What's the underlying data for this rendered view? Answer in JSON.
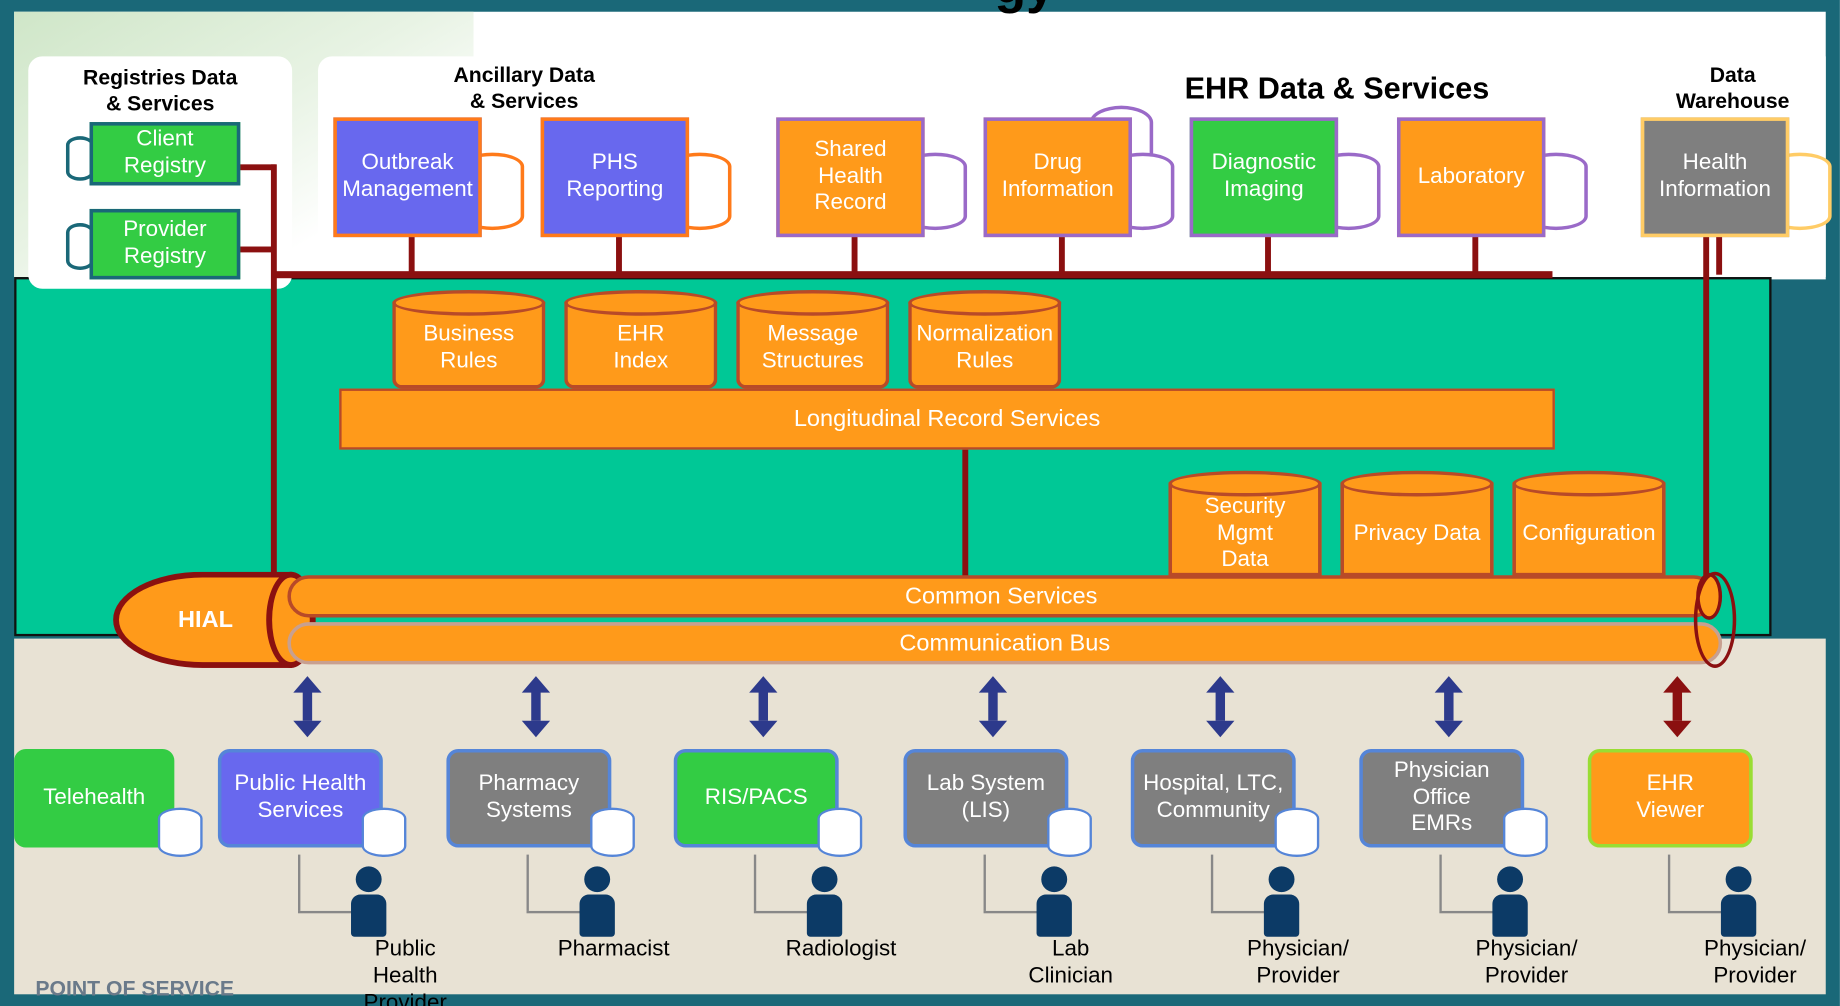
{
  "title_fragment": "gy",
  "panels": {
    "registries_title": "Registries Data\n& Services",
    "ancillary_title": "Ancillary Data\n& Services",
    "ehr_title": "EHR Data & Services",
    "warehouse_title": "Data\nWarehouse"
  },
  "registries": [
    {
      "label": "Client\nRegistry"
    },
    {
      "label": "Provider\nRegistry"
    }
  ],
  "ehr_domains": [
    {
      "label": "Outbreak\nManagement",
      "fill": "#6868ee",
      "border": "#ff7a1a"
    },
    {
      "label": "PHS\nReporting",
      "fill": "#6868ee",
      "border": "#ff7a1a"
    },
    {
      "label": "Shared\nHealth Record",
      "fill": "#ff9a1a",
      "border": "#9a6ac8"
    },
    {
      "label": "Drug\nInformation",
      "fill": "#ff9a1a",
      "border": "#9a6ac8"
    },
    {
      "label": "Diagnostic\nImaging",
      "fill": "#33cc44",
      "border": "#9a6ac8"
    },
    {
      "label": "Laboratory",
      "fill": "#ff9a1a",
      "border": "#9a6ac8"
    },
    {
      "label": "Health\nInformation",
      "fill": "#7f7f7f",
      "border": "#ffcc66"
    }
  ],
  "lrs_stores": [
    {
      "label": "Business\nRules"
    },
    {
      "label": "EHR\nIndex"
    },
    {
      "label": "Message\nStructures"
    },
    {
      "label": "Normalization\nRules"
    }
  ],
  "longitudinal_record_services": "Longitudinal Record Services",
  "common_stores": [
    {
      "label": "Security\nMgmt\nData"
    },
    {
      "label": "Privacy Data"
    },
    {
      "label": "Configuration"
    }
  ],
  "hial": "HIAL",
  "common_services": "Common Services",
  "communication_bus": "Communication Bus",
  "pos_systems": [
    {
      "label": "Telehealth",
      "fill": "#33cc44",
      "border": "#33cc44",
      "arrow": false
    },
    {
      "label": "Public Health\nServices",
      "fill": "#6868ee",
      "border": "#5585d8",
      "arrow": true,
      "arrow_color": "#2d3a8c"
    },
    {
      "label": "Pharmacy\nSystems",
      "fill": "#7f7f7f",
      "border": "#5585d8",
      "arrow": true,
      "arrow_color": "#2d3a8c"
    },
    {
      "label": "RIS/PACS",
      "fill": "#33cc44",
      "border": "#5585d8",
      "arrow": true,
      "arrow_color": "#2d3a8c"
    },
    {
      "label": "Lab System\n(LIS)",
      "fill": "#7f7f7f",
      "border": "#5585d8",
      "arrow": true,
      "arrow_color": "#2d3a8c"
    },
    {
      "label": "Hospital, LTC,\nCommunity",
      "fill": "#7f7f7f",
      "border": "#5585d8",
      "arrow": true,
      "arrow_color": "#2d3a8c"
    },
    {
      "label": "Physician\nOffice\nEMRs",
      "fill": "#7f7f7f",
      "border": "#5585d8",
      "arrow": true,
      "arrow_color": "#2d3a8c"
    },
    {
      "label": "EHR\nViewer",
      "fill": "#ff9a1a",
      "border": "#99dd33",
      "arrow": true,
      "arrow_color": "#8b1010"
    }
  ],
  "actors": [
    {
      "label": "Public\nHealth\nProvider"
    },
    {
      "label": "Pharmacist"
    },
    {
      "label": "Radiologist"
    },
    {
      "label": "Lab\nClinician"
    },
    {
      "label": "Physician/\nProvider"
    },
    {
      "label": "Physician/\nProvider"
    },
    {
      "label": "Physician/\nProvider"
    }
  ],
  "pos_title": "POINT OF SERVICE",
  "colors": {
    "frame": "#1a6878",
    "teal_band": "#00c896",
    "orange": "#ff9a1a",
    "orange_border": "#b84a28",
    "maroon": "#8b1010",
    "navy": "#2d3a8c",
    "beige": "#e8e2d4"
  }
}
